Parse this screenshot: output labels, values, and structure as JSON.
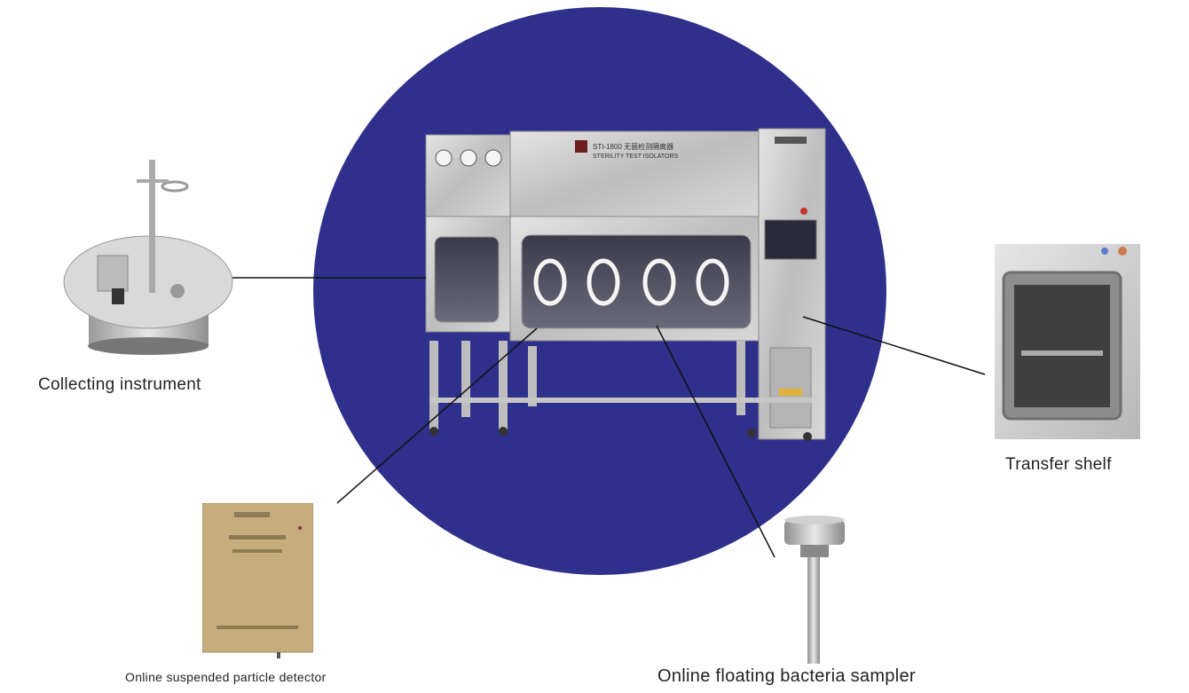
{
  "labels": {
    "collecting_instrument": "Collecting instrument",
    "transfer_shelf": "Transfer shelf",
    "particle_detector": "Online suspended particle detector",
    "bacteria_sampler": "Online floating bacteria sampler"
  },
  "isolator": {
    "model": "STI-1800 无菌检测隔离器",
    "subtitle": "STERILITY TEST ISOLATORS"
  },
  "colors": {
    "circle": "#2f2f8c",
    "steel": "#c9c9c9",
    "leader_line": "#111111"
  }
}
